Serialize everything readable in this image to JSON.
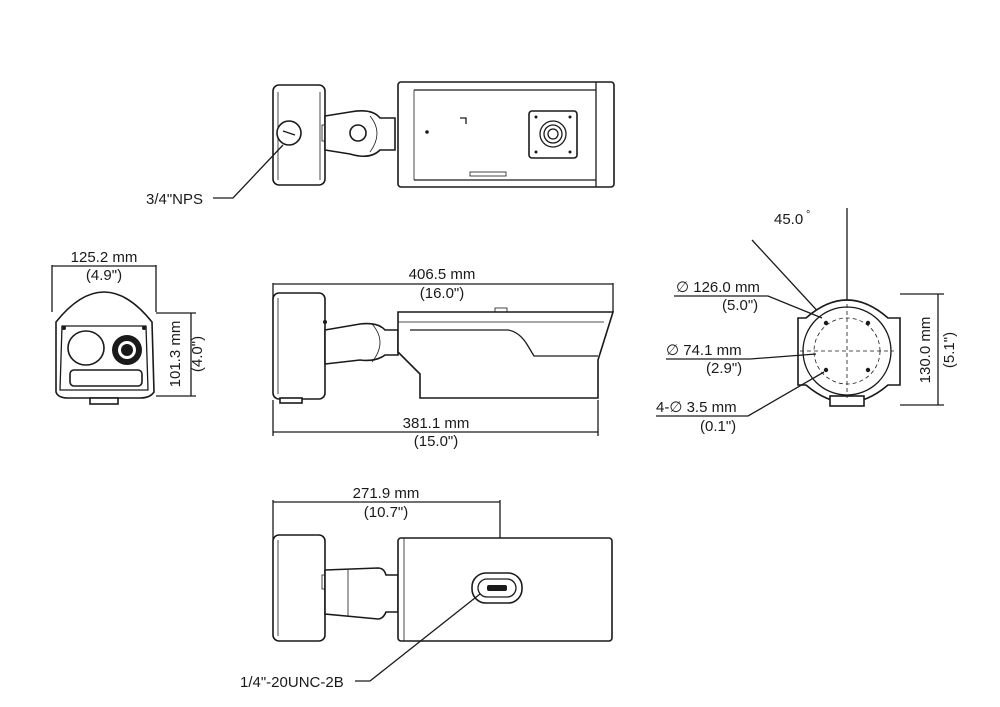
{
  "labels": {
    "conduit": "3/4\"NPS",
    "width_mm": "125.2 mm",
    "width_in": "(4.9\")",
    "height_mm": "101.3 mm",
    "height_in": "(4.0\")",
    "total_length_mm": "406.5 mm",
    "total_length_in": "(16.0\")",
    "body_length_mm": "381.1 mm",
    "body_length_in": "(15.0\")",
    "angle": "45.0",
    "angle_unit": "°",
    "outer_dia_mm": "∅ 126.0 mm",
    "outer_dia_in": "(5.0\")",
    "inner_dia_mm": "∅ 74.1 mm",
    "inner_dia_in": "(2.9\")",
    "hole_dia_mm": "4-∅ 3.5 mm",
    "hole_dia_in": "(0.1\")",
    "base_height_mm": "130.0 mm",
    "base_height_in": "(5.1\")",
    "mount_offset_mm": "271.9 mm",
    "mount_offset_in": "(10.7\")",
    "tripod_thread": "1/4\"-20UNC-2B"
  }
}
